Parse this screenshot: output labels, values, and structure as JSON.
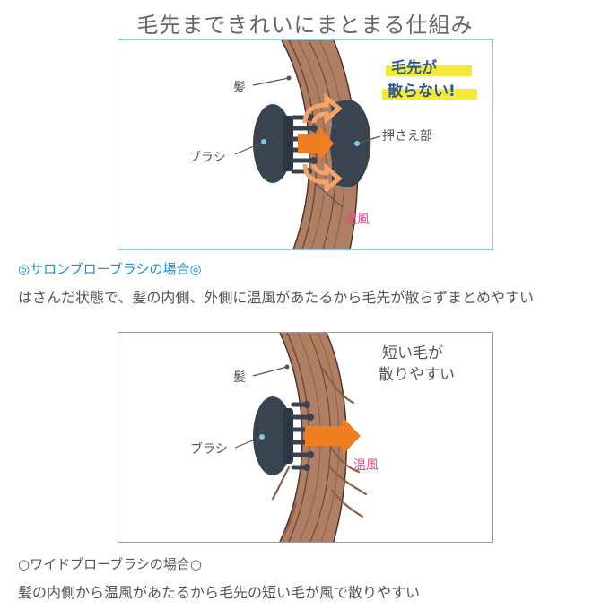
{
  "title": "毛先まできれいにまとまる仕組み",
  "panel1": {
    "label_hair": "髪",
    "label_brush": "ブラシ",
    "label_presser": "押さえ部",
    "label_warm_air": "温風",
    "badge_line1": "毛先が",
    "badge_line2": "散らない!",
    "caption": "◎サロンブローブラシの場合◎",
    "description": "はさんだ状態で、髪の内側、外側に温風があたるから毛先が散らずまとめやすい"
  },
  "panel2": {
    "label_hair": "髪",
    "label_brush": "ブラシ",
    "label_warm_air": "温風",
    "note_line1": "短い毛が",
    "note_line2": "散りやすい",
    "caption": "○ワイドブローブラシの場合○",
    "description": "髪の内側から温風があたるから毛先の短い毛が風で散りやすい"
  },
  "colors": {
    "hair": "#b07e62",
    "hair_dark": "#6e4a3a",
    "brush": "#3a4451",
    "arrow": "#ef7d22",
    "warm_air_label": "#e04a8a",
    "badge_text": "#2f5a86",
    "badge_highlight": "#f5ea3a",
    "caption_blue": "#1f8fce",
    "panel1_border": "#8fc6e6",
    "panel2_border": "#9a9a9a"
  }
}
